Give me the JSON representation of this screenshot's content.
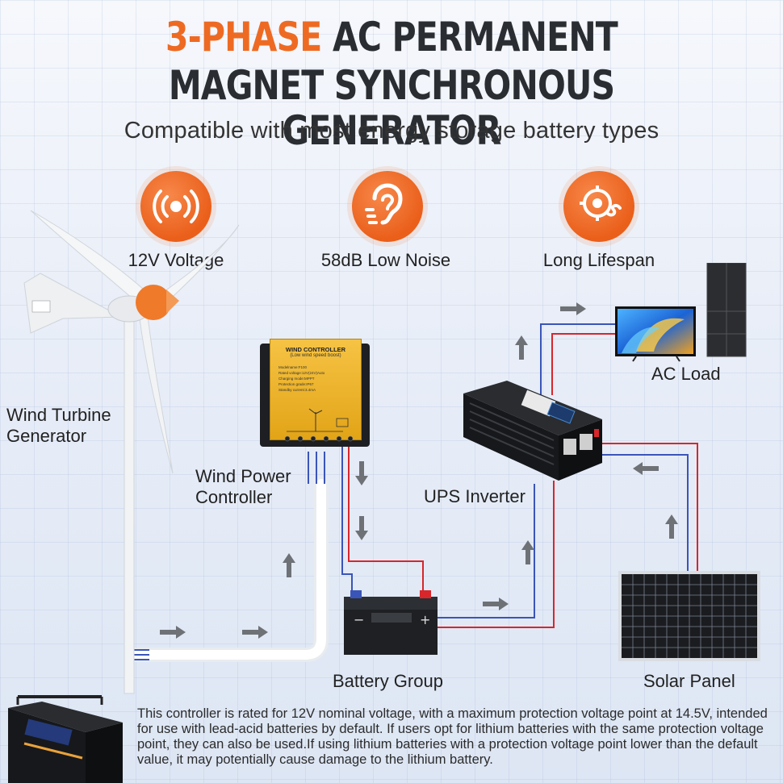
{
  "header": {
    "title_accent": "3-PHASE",
    "title_line1_rest": "AC PERMANENT",
    "title_line2": "MAGNET SYNCHRONOUS GENERATOR",
    "subtitle": "Compatible with most energy storage battery types"
  },
  "features": [
    {
      "icon": "sound-waves-icon",
      "label": "12V Voltage"
    },
    {
      "icon": "ear-icon",
      "label": "58dB Low Noise"
    },
    {
      "icon": "lifespan-target-icon",
      "label": "Long Lifespan"
    }
  ],
  "diagram": {
    "wind_turbine_label": "Wind Turbine\nGenerator",
    "wind_power_controller_label": "Wind Power\nController",
    "ups_inverter_label": "UPS Inverter",
    "ac_load_label": "AC Load",
    "battery_group_label": "Battery Group",
    "solar_panel_label": "Solar Panel",
    "controller_device": {
      "title": "WIND CONTROLLER",
      "subtitle": "(Low wind speed boost)",
      "specs": [
        "Modelname:F100",
        "Rated voltage:12V(24V)Auto",
        "Charging mode:MPPT",
        "Protection grade:IP67",
        "Standby current:3.4mA"
      ]
    },
    "colors": {
      "accent": "#ee6a22",
      "wire_red": "#d8262b",
      "wire_blue": "#3a55b8",
      "arrow": "#6e7277"
    }
  },
  "footer_note": "This controller is rated for 12V nominal voltage, with a maximum protection voltage point at 14.5V, intended for use with lead-acid batteries by default. If users opt for lithium batteries with the same protection voltage point, they can also be used.If using lithium batteries with a protection voltage point lower than the default value, it may potentially cause damage to the lithium battery."
}
